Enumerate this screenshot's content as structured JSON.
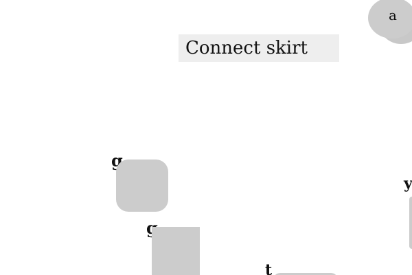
{
  "instruction": {
    "text": "Connect skirt"
  },
  "items": [
    {
      "label": "a",
      "shape": "circle"
    },
    {
      "label": "g",
      "shape": "rounded-square"
    },
    {
      "label": "g",
      "shape": "square"
    },
    {
      "label": "t",
      "shape": "rounded-rect"
    },
    {
      "label": "y",
      "shape": "rounded-rect"
    }
  ],
  "colors": {
    "background": "#ffffff",
    "instruction_background": "#eeeeee",
    "shape_fill": "#cccccc",
    "text": "#111111"
  }
}
